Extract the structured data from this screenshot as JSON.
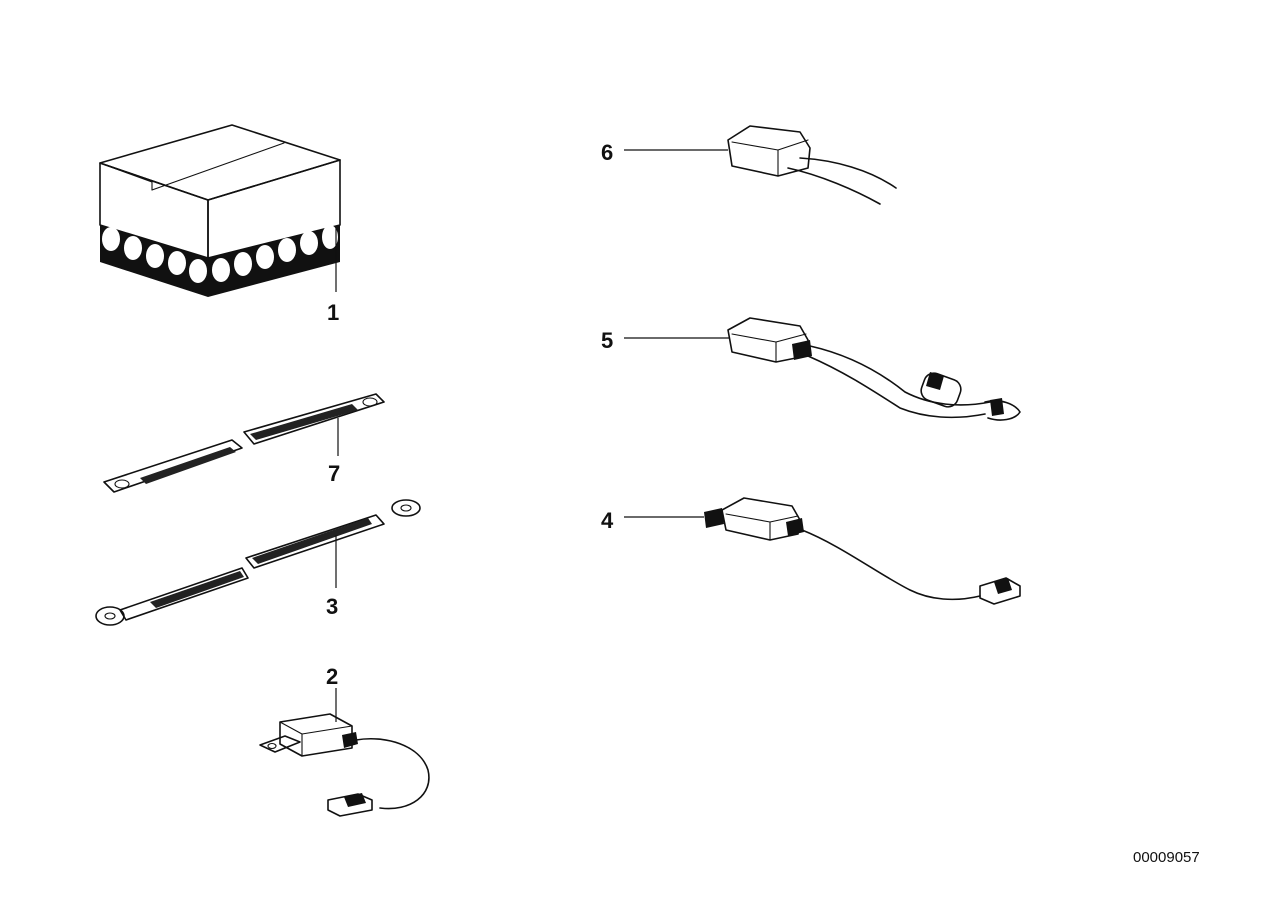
{
  "callouts": {
    "p1": "1",
    "p2": "2",
    "p3": "3",
    "p4": "4",
    "p5": "5",
    "p6": "6",
    "p7": "7"
  },
  "document_number": "00009057"
}
